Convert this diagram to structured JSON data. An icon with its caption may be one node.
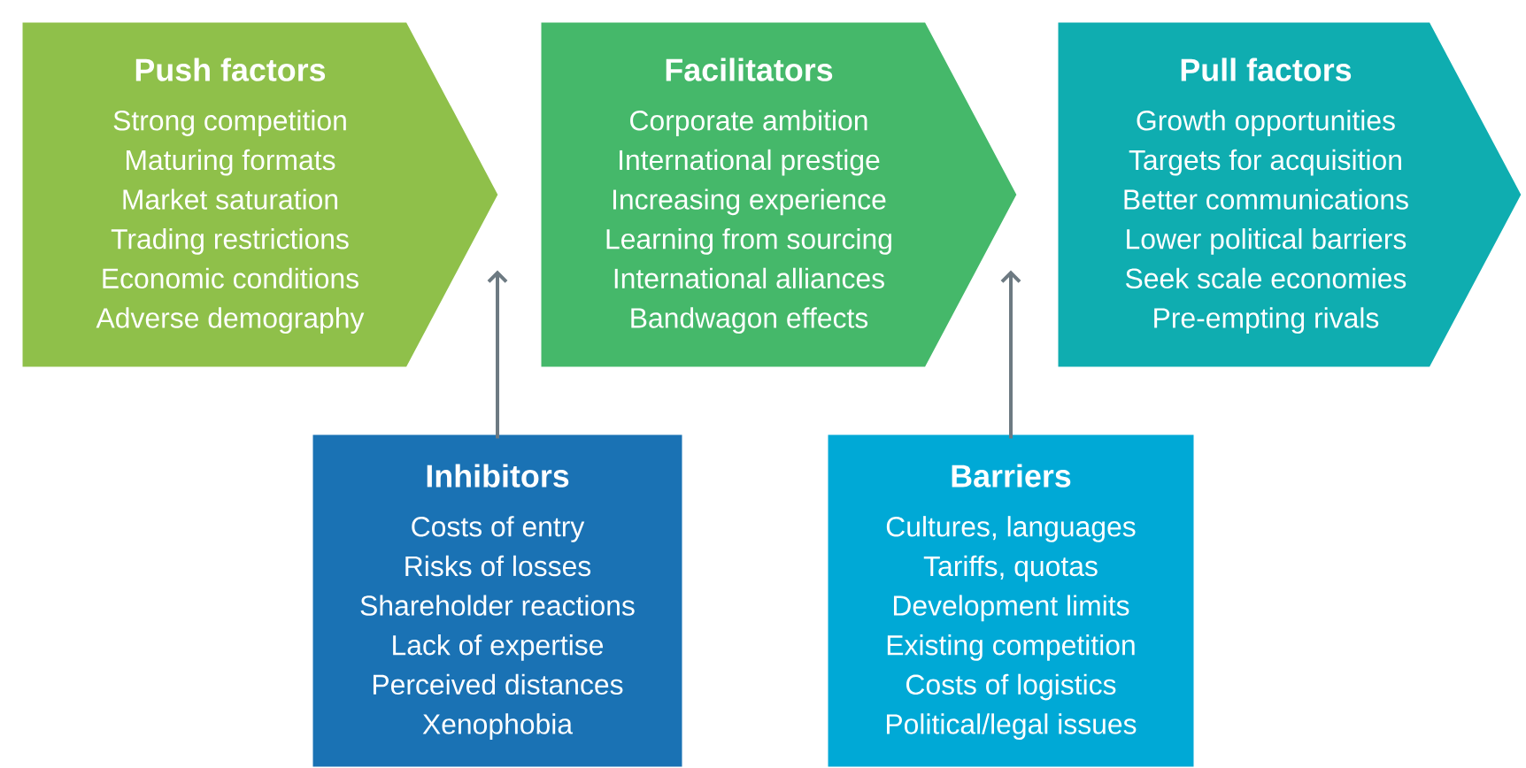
{
  "diagram": {
    "nodes": [
      {
        "text": [
          "Push factors",
          "Strong competition",
          "Maturing formats",
          "Market saturation",
          "Trading restrictions",
          "Economic conditions",
          "Adverse demography"
        ]
      },
      {
        "text": [
          "Facilitators",
          "Corporate ambition",
          "International prestige",
          "Increasing experience",
          "Learning from sourcing",
          "International alliances",
          "Bandwagon effects"
        ]
      },
      {
        "text": [
          "Pull factors",
          "Growth opportunities",
          "Targets for acquisition",
          "Better communications",
          "Lower political barriers",
          "Seek scale economies",
          "Pre-empting rivals"
        ]
      },
      {
        "text": [
          "Inhibitors",
          "Costs of entry",
          "Risks of losses",
          "Shareholder reactions",
          "Lack of expertise",
          "Perceived distances",
          "Xenophobia"
        ]
      },
      {
        "text": [
          "Barriers",
          "Cultures, languages",
          "Tariffs, quotas",
          "Development limits",
          "Existing competition",
          "Costs of logistics",
          "Political/legal issues"
        ]
      }
    ],
    "edges": [
      {
        "from": 3,
        "to": null,
        "arrow": "to"
      },
      {
        "from": 4,
        "to": null,
        "arrow": "to"
      }
    ]
  }
}
